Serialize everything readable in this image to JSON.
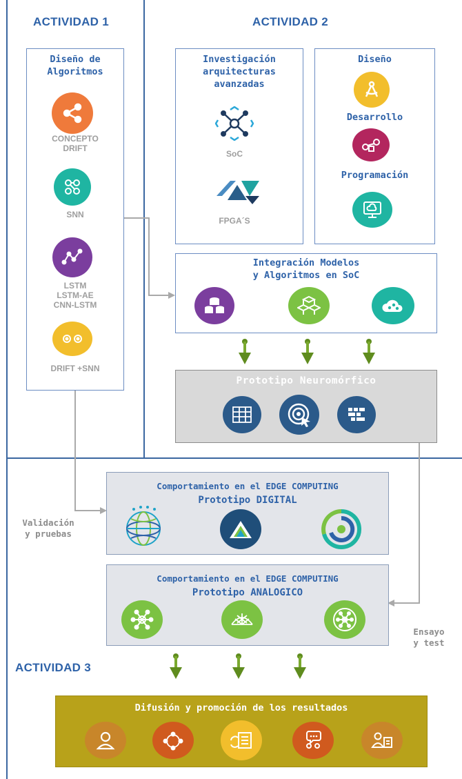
{
  "actividad1": {
    "title": "ACTIVIDAD 1"
  },
  "actividad2": {
    "title": "ACTIVIDAD 2"
  },
  "actividad3": {
    "title": "ACTIVIDAD 3"
  },
  "algoritmos": {
    "title": "Diseño de\nAlgoritmos",
    "items": [
      {
        "label": "CONCEPTO\nDRIFT",
        "icon": "share-network-icon",
        "color": "#ef7a3b"
      },
      {
        "label": "SNN",
        "icon": "node-graph-icon",
        "color": "#1fb5a2"
      },
      {
        "label": "LSTM\nLSTM-AE\nCNN-LSTM",
        "icon": "line-chart-icon",
        "color": "#7b3e9e"
      },
      {
        "label": "DRIFT +SNN",
        "icon": "gears-icon",
        "color": "#f2be2c"
      }
    ]
  },
  "investigacion": {
    "title": "Investigación\narquitecturas\navanzadas",
    "items": [
      {
        "label": "SoC",
        "icon": "soc-network-icon"
      },
      {
        "label": "FPGA´S",
        "icon": "fpga-logo-icon"
      }
    ]
  },
  "diseno": {
    "title": "Diseño",
    "desarrollo": "Desarrollo",
    "programacion": "Programación",
    "icons": [
      {
        "icon": "compass-icon",
        "color": "#f2be2c"
      },
      {
        "icon": "cubes-link-icon",
        "color": "#b3265e"
      },
      {
        "icon": "cloud-monitor-icon",
        "color": "#1fb5a2"
      }
    ]
  },
  "integracion": {
    "title": "Integración Modelos\ny Algoritmos en SoC",
    "icons": [
      {
        "icon": "database-icon",
        "color": "#7b3e9e"
      },
      {
        "icon": "boxes-icon",
        "color": "#7cc243"
      },
      {
        "icon": "cloud-nodes-icon",
        "color": "#1fb5a2"
      }
    ]
  },
  "prototipo": {
    "title": "Prototipo Neuromórfico",
    "icons": [
      {
        "icon": "table-icon",
        "color": "#2b5a8a"
      },
      {
        "icon": "target-cursor-icon",
        "color": "#2b5a8a"
      },
      {
        "icon": "blocks-icon",
        "color": "#2b5a8a"
      }
    ]
  },
  "edge_digital": {
    "line1": "Comportamiento en el EDGE COMPUTING",
    "line2": "Prototipo DIGITAL",
    "icons": [
      {
        "icon": "globe-icon"
      },
      {
        "icon": "mountain-triangle-icon",
        "color": "#1f4e79"
      },
      {
        "icon": "ring-chart-icon"
      }
    ]
  },
  "edge_analogico": {
    "line1": "Comportamiento en el EDGE COMPUTING",
    "line2": "Prototipo ANALOGICO",
    "icons": [
      {
        "icon": "hub-icon",
        "color": "#7cc243"
      },
      {
        "icon": "mesh-icon",
        "color": "#7cc243"
      },
      {
        "icon": "hub-circle-icon",
        "color": "#7cc243"
      }
    ]
  },
  "validacion": {
    "text": "Validación\ny pruebas"
  },
  "ensayo": {
    "text": "Ensayo\ny test"
  },
  "difusion": {
    "title": "Difusión  y promoción de los resultados",
    "icons": [
      {
        "icon": "person-icon",
        "color": "#c8862a"
      },
      {
        "icon": "group-icon",
        "color": "#d05a1e"
      },
      {
        "icon": "document-chat-icon",
        "color": "#f2be2c"
      },
      {
        "icon": "speaker-icon",
        "color": "#d05a1e"
      },
      {
        "icon": "user-card-icon",
        "color": "#c8862a"
      }
    ]
  },
  "colors": {
    "accent": "#2e62a8",
    "frame": "#3a66a0",
    "green_arrow": "#5f8c1e"
  }
}
